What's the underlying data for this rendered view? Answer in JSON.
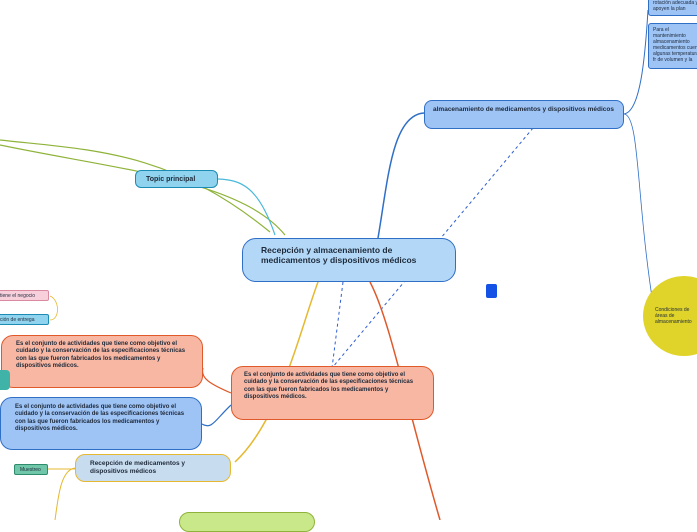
{
  "central": {
    "title": "Recepción y almacenamiento de medicamentos  y  dispositivos médicos"
  },
  "topic": {
    "label": "Topic principal"
  },
  "storage": {
    "title": "almacenamiento de medicamentos y dispositivos médicos",
    "note_top": "rotación adecuada y apoyen la plan",
    "note_mid": "Para  el mantenimiento almacenamiento medicamentos cuenta algunas temperatura, fr de volumen y la"
  },
  "conditions": {
    "label": "Condiciones de áreas de almacenamiento"
  },
  "definition": {
    "text": "Es el conjunto de actividades que tiene como objetivo el cuidado y la conservación de las especificaciones técnicas con las que fueron fabricados los medicamentos y dispositivos médicos."
  },
  "left_salmon": {
    "text": "Es el conjunto de actividades que tiene como objetivo el cuidado y la conservación de las especificaciones técnicas con las que fueron fabricados los medicamentos y dispositivos médicos."
  },
  "left_blue": {
    "text": "Es el conjunto de actividades que tiene como objetivo el cuidado y la conservación de las especificaciones técnicas con las que fueron fabricados los medicamentos y dispositivos médicos."
  },
  "reception": {
    "title": "Recepción  de  medicamentos  y dispositivos  médicos"
  },
  "tags": {
    "negocio": "tiene el negocio",
    "entrega": "ción de entrega",
    "muestreo": "Muestreo"
  },
  "colors": {
    "central": "#b3d8f7",
    "topic": "#8fd3ee",
    "salmon": "#f7b7a3",
    "blue": "#9ec3f5",
    "reception": "#c8dcef",
    "yellow": "#e0d42a",
    "green": "#c8e88a"
  }
}
